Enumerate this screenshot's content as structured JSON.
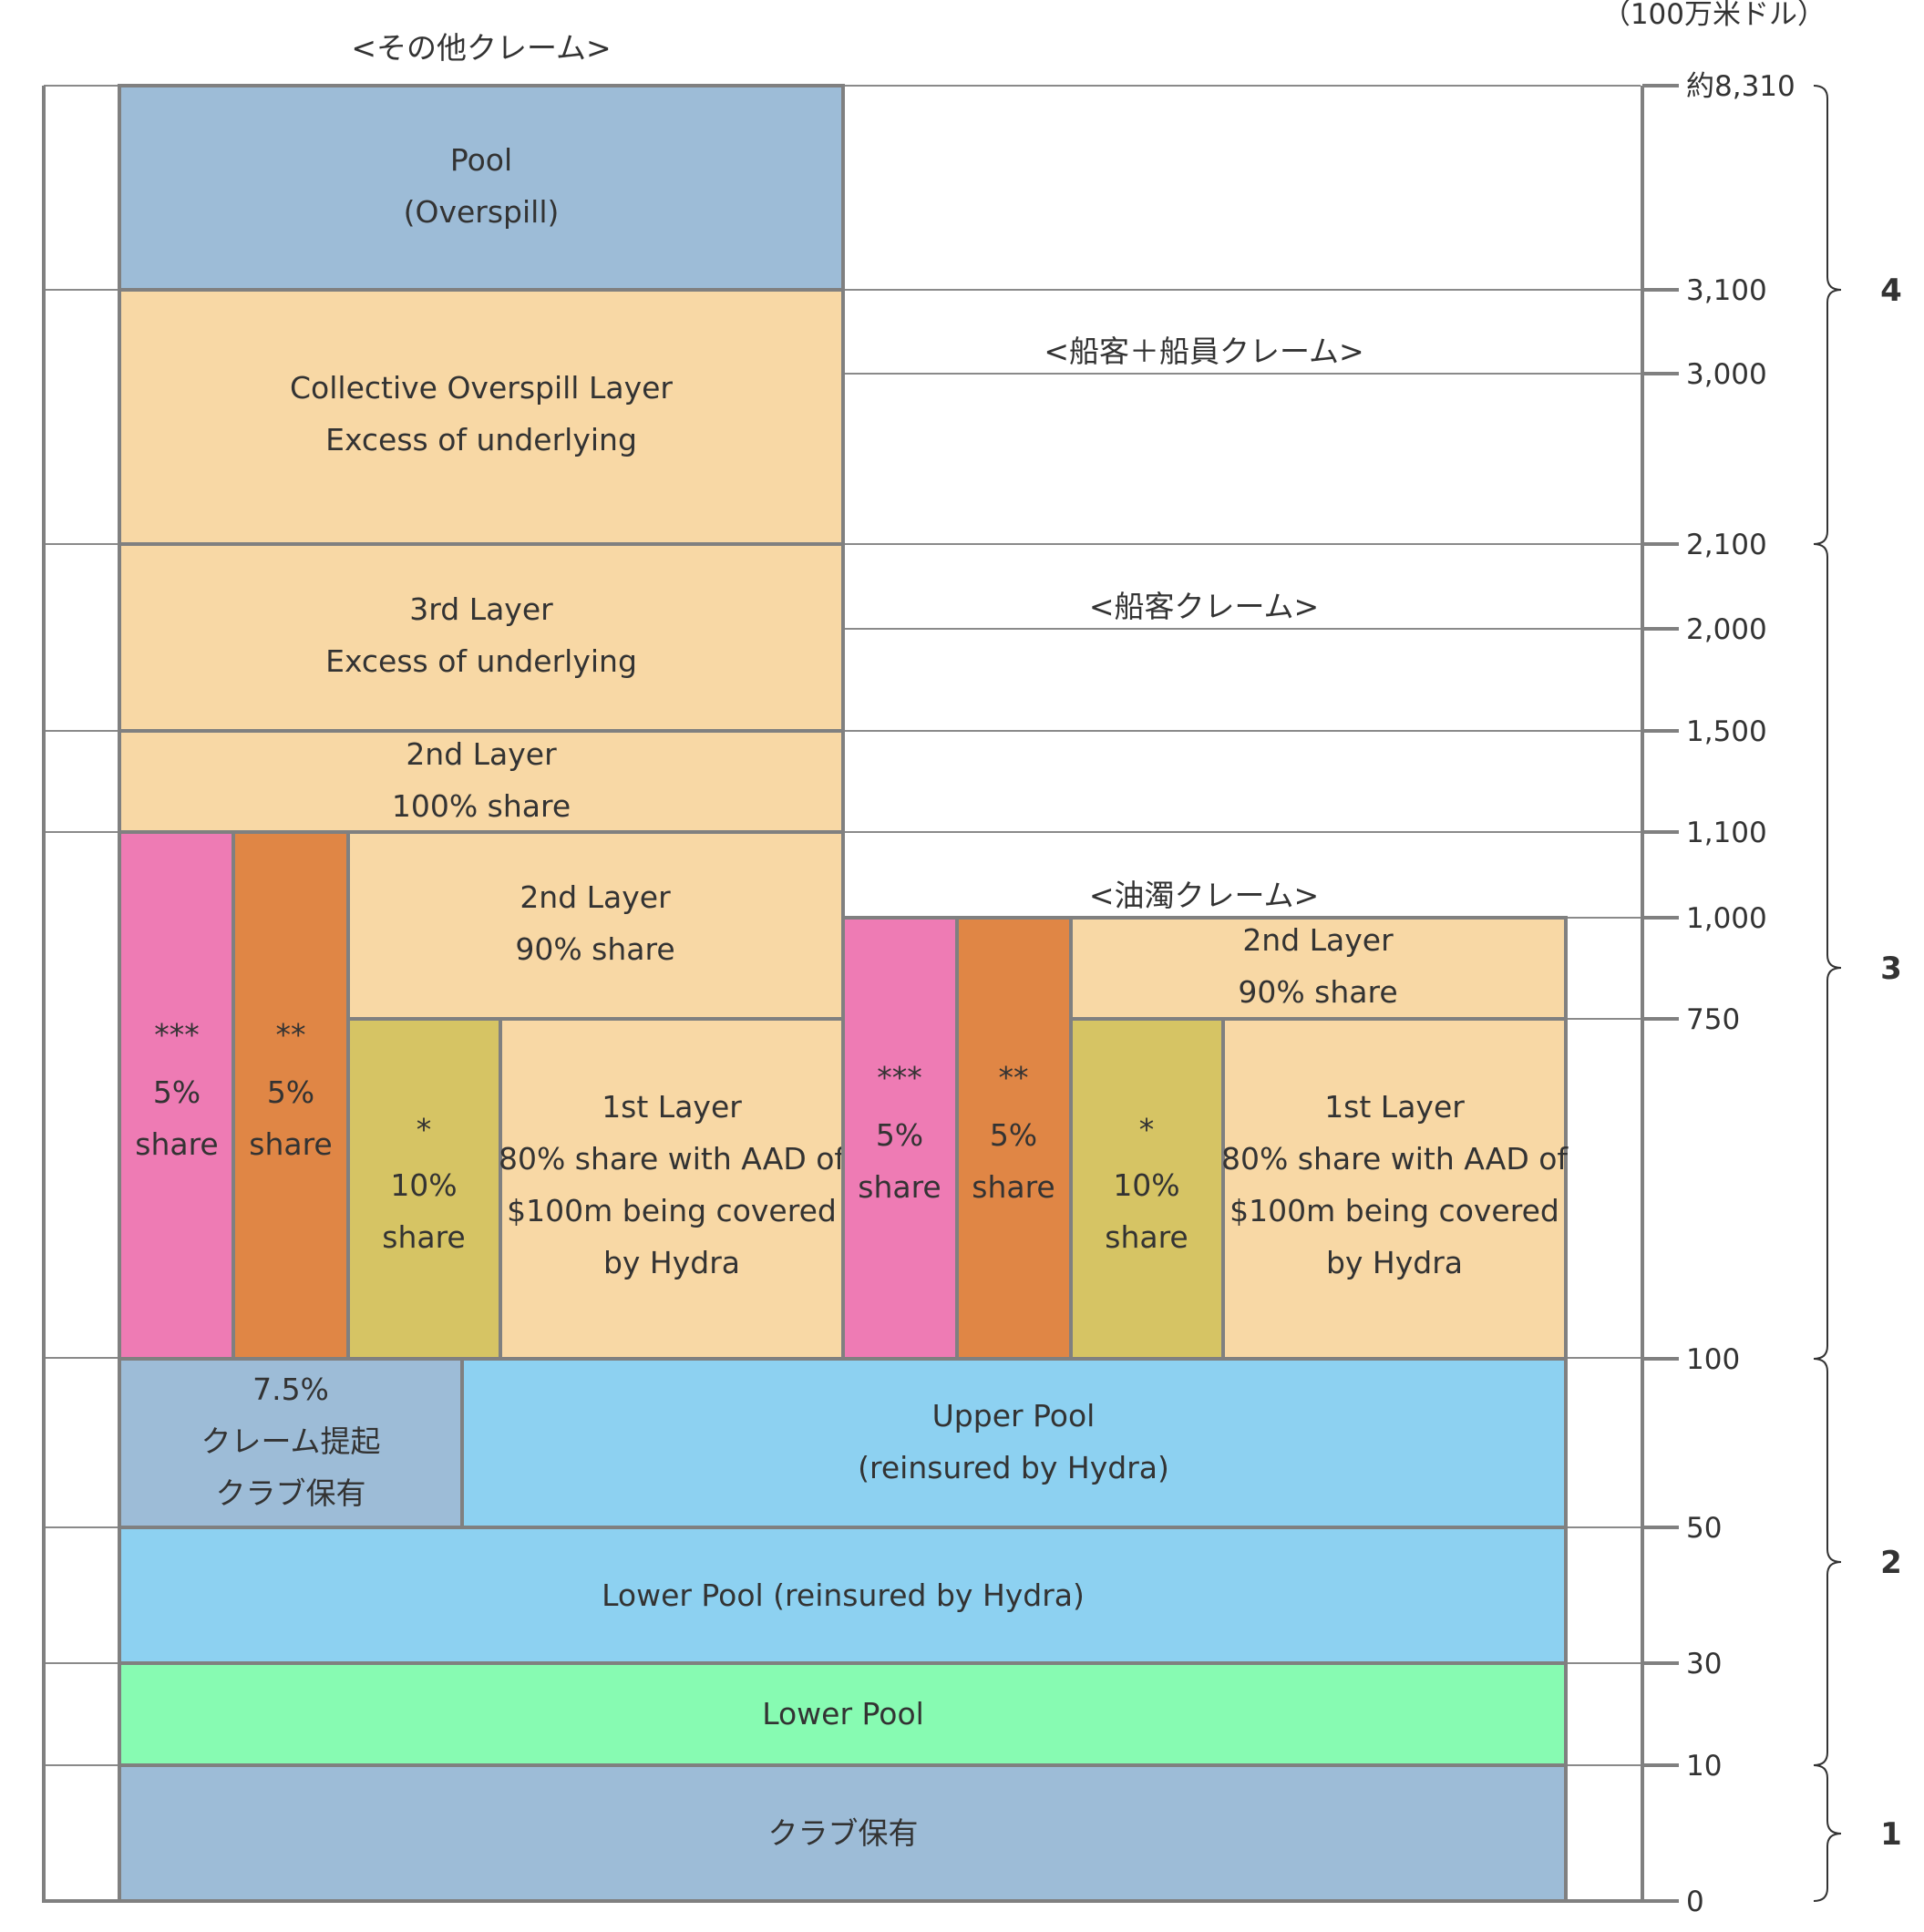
{
  "unit_label": "（100万米ドル）",
  "section_labels": {
    "other": "<その他クレーム>",
    "passenger_crew": "<船客＋船員クレーム>",
    "passenger": "<船客クレーム>",
    "oil": "<油濁クレーム>"
  },
  "axis_ticks": [
    "約8,310",
    "3,100",
    "3,000",
    "2,100",
    "2,000",
    "1,500",
    "1,100",
    "1,000",
    "750",
    "100",
    "50",
    "30",
    "10",
    "0"
  ],
  "groups": [
    "4",
    "3",
    "2",
    "1"
  ],
  "blocks": {
    "pool_overspill": [
      "Pool",
      "(Overspill)"
    ],
    "collective_overspill": [
      "Collective Overspill Layer",
      "Excess of underlying"
    ],
    "third_layer": [
      "3rd Layer",
      "Excess of underlying"
    ],
    "second_layer_100": [
      "2nd Layer",
      "100% share"
    ],
    "second_layer_90": [
      "2nd Layer",
      "90% share"
    ],
    "share_5_triple": [
      "***",
      "5%",
      "share"
    ],
    "share_5_double": [
      "**",
      "5%",
      "share"
    ],
    "share_10": [
      "*",
      "10%",
      "share"
    ],
    "first_layer": [
      "1st Layer",
      "80% share with AAD of",
      "$100m being covered",
      "by Hydra"
    ],
    "club_retention_75": [
      "7.5%",
      "クレーム提起",
      "クラブ保有"
    ],
    "upper_pool": [
      "Upper Pool",
      "(reinsured by Hydra)"
    ],
    "lower_pool_hydra": [
      "Lower Pool (reinsured by Hydra)"
    ],
    "lower_pool": [
      "Lower Pool"
    ],
    "club_retention": [
      "クラブ保有"
    ]
  },
  "colors": {
    "blue_grey": "#9dbcd7",
    "peach": "#f8d8a5",
    "pink": "#ee7bb4",
    "orange": "#e08645",
    "olive": "#d6c464",
    "sky": "#8dd1f1",
    "green": "#87fbb2"
  }
}
